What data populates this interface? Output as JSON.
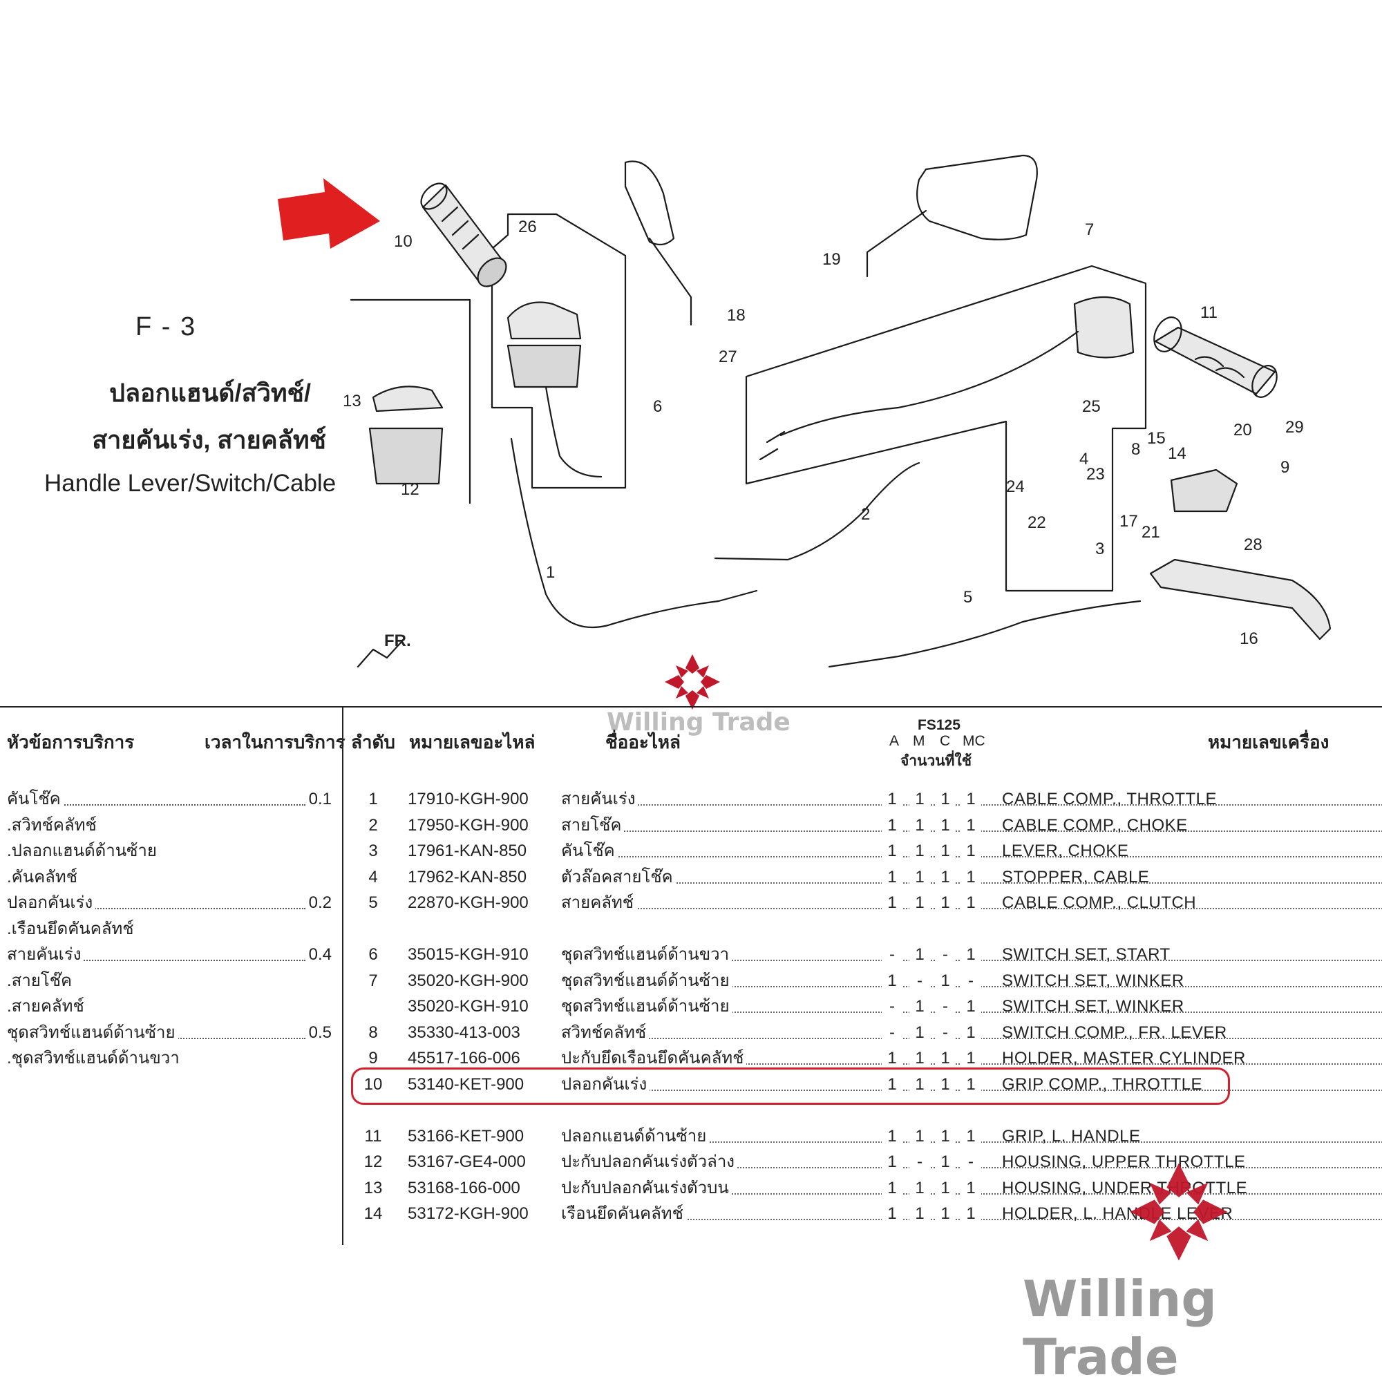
{
  "diagram": {
    "section_code": "F - 3",
    "title_th_line1": "ปลอกแฮนด์/สวิทช์/",
    "title_th_line2": "สายคันเร่ง, สายคลัทช์",
    "title_en": "Handle Lever/Switch/Cable",
    "front_marker": "FR.",
    "callouts": [
      "1",
      "2",
      "3",
      "4",
      "5",
      "6",
      "7",
      "8",
      "9",
      "10",
      "11",
      "12",
      "13",
      "14",
      "15",
      "16",
      "17",
      "18",
      "19",
      "20",
      "21",
      "22",
      "23",
      "24",
      "25",
      "26",
      "27",
      "28",
      "29"
    ]
  },
  "watermark": {
    "brand_text": "Willing Trade",
    "brand_color": "#c0182a"
  },
  "table": {
    "headers": {
      "service_topic": "หัวข้อการบริการ",
      "service_time": "เวลาในการบริการ",
      "ref_no": "ลำดับ",
      "part_no": "หมายเลขอะไหล่",
      "part_name": "ชื่ออะไหล่",
      "model": "FS125",
      "variants": [
        "A",
        "M",
        "C",
        "MC"
      ],
      "qty_used": "จำนวนที่ใช้",
      "engine_no": "หมายเลขเครื่อง"
    },
    "service_items": [
      {
        "text": "คันโช๊ค",
        "time": "0.1"
      },
      {
        "text": ".สวิทช์คลัทช์",
        "time": ""
      },
      {
        "text": ".ปลอกแฮนด์ด้านซ้าย",
        "time": ""
      },
      {
        "text": ".คันคลัทช์",
        "time": ""
      },
      {
        "text": "ปลอกคันเร่ง",
        "time": "0.2"
      },
      {
        "text": ".เรือนยึดคันคลัทช์",
        "time": ""
      },
      {
        "text": "สายคันเร่ง",
        "time": "0.4"
      },
      {
        "text": ".สายโช๊ค",
        "time": ""
      },
      {
        "text": ".สายคลัทช์",
        "time": ""
      },
      {
        "text": "ชุดสวิทช์แฮนด์ด้านซ้าย",
        "time": "0.5"
      },
      {
        "text": ".ชุดสวิทช์แฮนด์ด้านขวา",
        "time": ""
      }
    ],
    "parts": [
      {
        "ref": "1",
        "part_no": "17910-KGH-900",
        "name_th": "สายคันเร่ง",
        "qty": [
          "1",
          "1",
          "1",
          "1"
        ],
        "name_en": "CABLE COMP., THROTTLE"
      },
      {
        "ref": "2",
        "part_no": "17950-KGH-900",
        "name_th": "สายโช๊ค",
        "qty": [
          "1",
          "1",
          "1",
          "1"
        ],
        "name_en": "CABLE COMP., CHOKE"
      },
      {
        "ref": "3",
        "part_no": "17961-KAN-850",
        "name_th": "คันโช๊ค",
        "qty": [
          "1",
          "1",
          "1",
          "1"
        ],
        "name_en": "LEVER, CHOKE"
      },
      {
        "ref": "4",
        "part_no": "17962-KAN-850",
        "name_th": "ตัวล๊อคสายโช๊ค",
        "qty": [
          "1",
          "1",
          "1",
          "1"
        ],
        "name_en": "STOPPER, CABLE"
      },
      {
        "ref": "5",
        "part_no": "22870-KGH-900",
        "name_th": "สายคลัทช์",
        "qty": [
          "1",
          "1",
          "1",
          "1"
        ],
        "name_en": "CABLE COMP., CLUTCH"
      },
      {
        "ref": "6",
        "part_no": "35015-KGH-910",
        "name_th": "ชุดสวิทช์แฮนด์ด้านขวา",
        "qty": [
          "-",
          "1",
          "-",
          "1"
        ],
        "name_en": "SWITCH SET, START"
      },
      {
        "ref": "7",
        "part_no": "35020-KGH-900",
        "name_th": "ชุดสวิทช์แฮนด์ด้านซ้าย",
        "qty": [
          "1",
          "-",
          "1",
          "-"
        ],
        "name_en": "SWITCH SET, WINKER"
      },
      {
        "ref": "",
        "part_no": "35020-KGH-910",
        "name_th": "ชุดสวิทช์แฮนด์ด้านซ้าย",
        "qty": [
          "-",
          "1",
          "-",
          "1"
        ],
        "name_en": "SWITCH SET, WINKER"
      },
      {
        "ref": "8",
        "part_no": "35330-413-003",
        "name_th": "สวิทช์คลัทช์",
        "qty": [
          "-",
          "1",
          "-",
          "1"
        ],
        "name_en": "SWITCH COMP., FR. LEVER"
      },
      {
        "ref": "9",
        "part_no": "45517-166-006",
        "name_th": "ปะกับยึดเรือนยึดคันคลัทช์",
        "qty": [
          "1",
          "1",
          "1",
          "1"
        ],
        "name_en": "HOLDER, MASTER CYLINDER"
      },
      {
        "ref": "10",
        "part_no": "53140-KET-900",
        "name_th": "ปลอกคันเร่ง",
        "qty": [
          "1",
          "1",
          "1",
          "1"
        ],
        "name_en": "GRIP COMP., THROTTLE"
      },
      {
        "ref": "11",
        "part_no": "53166-KET-900",
        "name_th": "ปลอกแฮนด์ด้านซ้าย",
        "qty": [
          "1",
          "1",
          "1",
          "1"
        ],
        "name_en": "GRIP, L. HANDLE"
      },
      {
        "ref": "12",
        "part_no": "53167-GE4-000",
        "name_th": "ปะกับปลอกคันเร่งตัวล่าง",
        "qty": [
          "1",
          "-",
          "1",
          "-"
        ],
        "name_en": "HOUSING, UPPER THROTTLE"
      },
      {
        "ref": "13",
        "part_no": "53168-166-000",
        "name_th": "ปะกับปลอกคันเร่งตัวบน",
        "qty": [
          "1",
          "1",
          "1",
          "1"
        ],
        "name_en": "HOUSING, UNDER THROTTLE"
      },
      {
        "ref": "14",
        "part_no": "53172-KGH-900",
        "name_th": "เรือนยึดคันคลัทช์",
        "qty": [
          "1",
          "1",
          "1",
          "1"
        ],
        "name_en": "HOLDER, L. HANDLE LEVER"
      }
    ],
    "highlight_ref": "10",
    "highlight_color": "#d0212e"
  }
}
